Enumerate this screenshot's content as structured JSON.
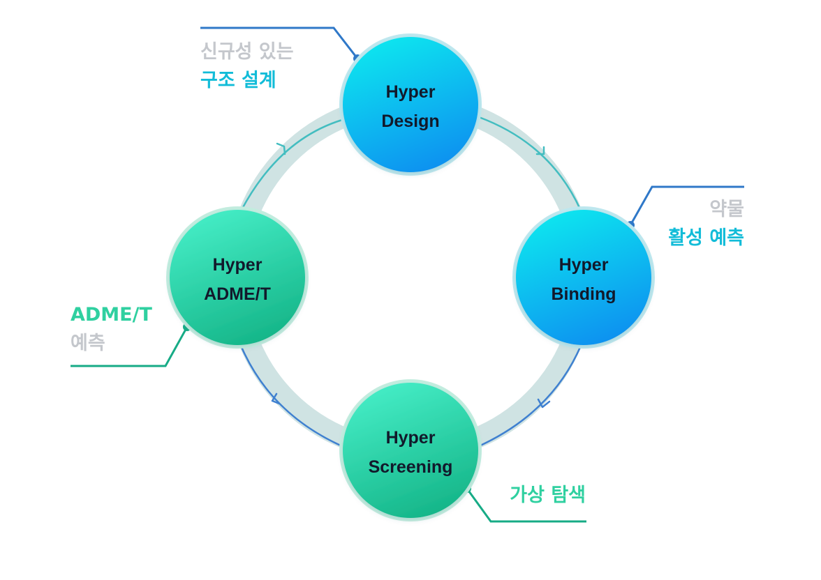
{
  "colors": {
    "ring": "#cfe3e3",
    "blue_node_top": "#10e6ef",
    "blue_node_bottom": "#0f8ff0",
    "green_node_top": "#45edc6",
    "green_node_bottom": "#14b487",
    "blue_line": "#2f78c8",
    "green_line": "#17ab86",
    "muted_text": "#c4c7cc",
    "blue_accent_text": "#12bcd8",
    "green_accent_text": "#2fd0a0",
    "node_text": "#12192b"
  },
  "nodes": {
    "design": {
      "line1": "Hyper",
      "line2": "Design"
    },
    "binding": {
      "line1": "Hyper",
      "line2": "Binding"
    },
    "screening": {
      "line1": "Hyper",
      "line2": "Screening"
    },
    "admet": {
      "line1": "Hyper",
      "line2": "ADME/T"
    }
  },
  "callouts": {
    "design": {
      "line1": "신규성 있는",
      "line2": "구조 설계"
    },
    "binding": {
      "line1": "약물",
      "line2": "활성 예측"
    },
    "screening": {
      "line1": "가상 탐색"
    },
    "admet": {
      "line1": "ADME/T",
      "line2": "예측"
    }
  }
}
